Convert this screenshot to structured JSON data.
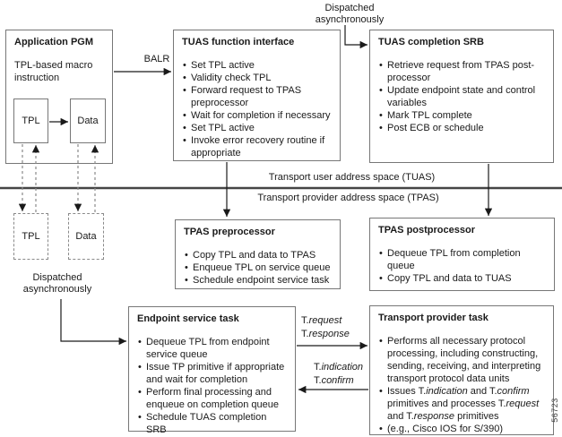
{
  "figure_number": "56723",
  "labels": {
    "balr": "BALR",
    "dispatched_top": {
      "line1": "Dispatched",
      "line2": "asynchronously"
    },
    "dispatched_bottom": {
      "line1": "Dispatched",
      "line2": "asynchronously"
    },
    "tuas_space": "Transport user address space (TUAS)",
    "tpas_space": "Transport provider address space (TPAS)"
  },
  "arrow_labels": {
    "request": [
      {
        "t": "T."
      },
      {
        "t": "request",
        "i": true
      }
    ],
    "response": [
      {
        "t": "T."
      },
      {
        "t": "response",
        "i": true
      }
    ],
    "indication": [
      {
        "t": "T."
      },
      {
        "t": "indication",
        "i": true
      }
    ],
    "confirm": [
      {
        "t": "T."
      },
      {
        "t": "confirm",
        "i": true
      }
    ]
  },
  "boxes": {
    "application_pgm": {
      "title": "Application PGM",
      "subtitle": "TPL-based macro instruction",
      "tpl_label": "TPL",
      "data_label": "Data"
    },
    "tuas_function_interface": {
      "title": "TUAS function interface",
      "items": [
        "Set TPL active",
        "Validity check TPL",
        "Forward request to TPAS preprocessor",
        "Wait for completion if necessary",
        "Set TPL active",
        "Invoke error recovery routine if appropriate"
      ]
    },
    "tuas_completion_srb": {
      "title": "TUAS completion SRB",
      "items": [
        "Retrieve request from TPAS post-processor",
        "Update endpoint state and control variables",
        "Mark TPL complete",
        "Post ECB or schedule"
      ]
    },
    "tpas_preprocessor": {
      "title": "TPAS preprocessor",
      "items": [
        "Copy TPL and data to TPAS",
        "Enqueue TPL on service queue",
        "Schedule endpoint service task"
      ]
    },
    "tpas_postprocessor": {
      "title": "TPAS postprocessor",
      "items": [
        "Dequeue TPL from completion queue",
        "Copy TPL and data to TUAS"
      ]
    },
    "endpoint_service_task": {
      "title": "Endpoint service task",
      "items": [
        "Dequeue TPL from endpoint service queue",
        "Issue TP primitive if appropriate and wait for completion",
        "Perform final processing and enqueue on completion queue",
        "Schedule TUAS completion SRB"
      ]
    },
    "transport_provider_task": {
      "title": "Transport provider task",
      "items": [
        "Performs all necessary protocol processing, including constructing, sending, receiving, and interpreting transport protocol data units",
        [
          {
            "t": "Issues T."
          },
          {
            "t": "indication",
            "i": true
          },
          {
            "t": " and T."
          },
          {
            "t": "confirm",
            "i": true
          },
          {
            "t": " primitives and processes T."
          },
          {
            "t": "request",
            "i": true
          },
          {
            "t": " and T."
          },
          {
            "t": "response",
            "i": true
          },
          {
            "t": " primitives"
          }
        ],
        "(e.g., Cisco IOS for S/390)"
      ]
    }
  },
  "dashed_boxes": {
    "tpl_label": "TPL",
    "data_label": "Data"
  }
}
